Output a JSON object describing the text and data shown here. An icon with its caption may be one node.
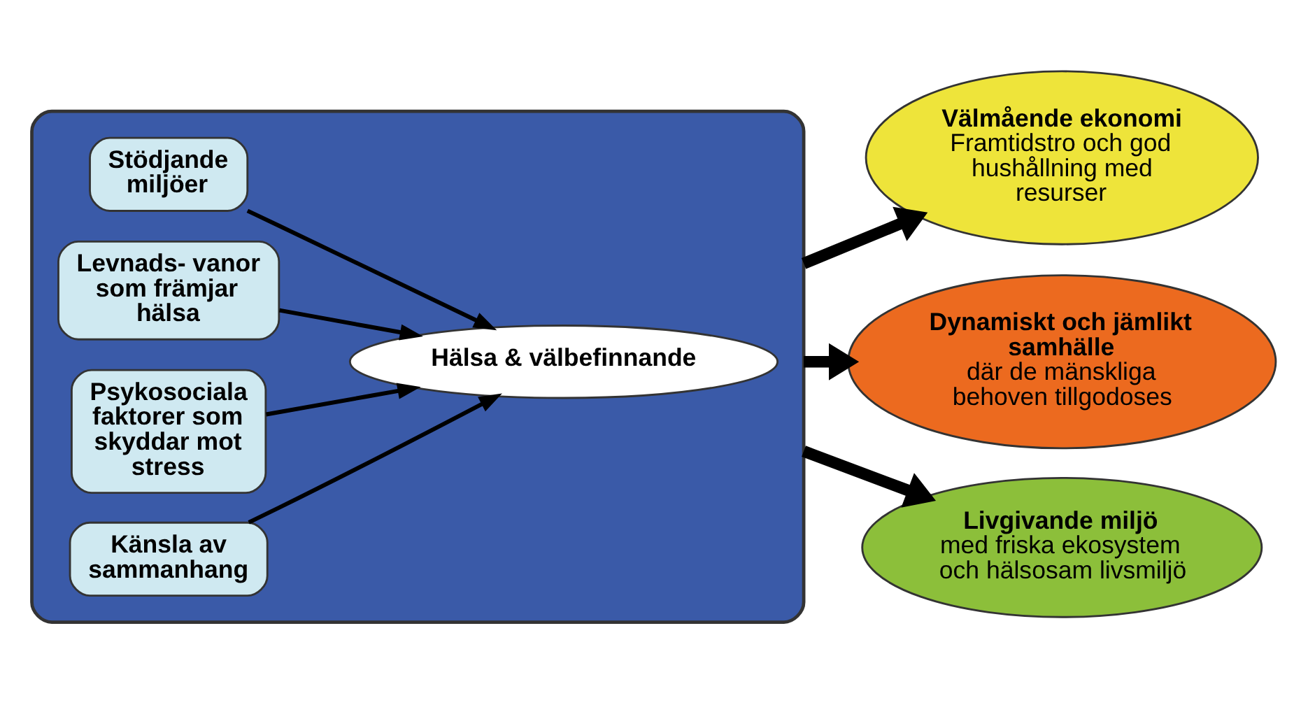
{
  "diagram": {
    "nodes": [
      {
        "text": [],
        "shape": "box"
      },
      {
        "text": [
          "Stödjande miljöer"
        ],
        "in": 0
      },
      {
        "text": [
          "Levnads- vanor som främjar hälsa"
        ],
        "in": 0
      },
      {
        "text": [
          "Hälsa & välbefinnande"
        ],
        "in": 0
      },
      {
        "text": [
          "Psykosociala faktorer som skyddar mot stress"
        ],
        "in": 0
      },
      {
        "text": [
          "Känsla av sammanhang"
        ],
        "in": 0
      },
      {
        "text": [
          "Välmående ekonomi",
          "Framtidstro och god hushållning med resurser"
        ]
      },
      {
        "text": [
          "Dynamiskt och jämlikt samhälle",
          "där de mänskliga behoven tillgodoses"
        ]
      },
      {
        "text": [
          "Livgivande miljö",
          "med friska ekosystem och hälsosam livsmiljö"
        ]
      }
    ],
    "edges": [
      {
        "from": 1,
        "to": 3,
        "arrow": "to"
      },
      {
        "from": 2,
        "to": 3,
        "arrow": "to"
      },
      {
        "from": 4,
        "to": 3,
        "arrow": "to"
      },
      {
        "from": 5,
        "to": 3,
        "arrow": "to"
      },
      {
        "from": 0,
        "to": 6,
        "arrow": "to",
        "style": "thick"
      },
      {
        "from": 0,
        "to": 7,
        "arrow": "to",
        "style": "thick"
      },
      {
        "from": 0,
        "to": 8,
        "arrow": "to",
        "style": "thick"
      }
    ]
  }
}
